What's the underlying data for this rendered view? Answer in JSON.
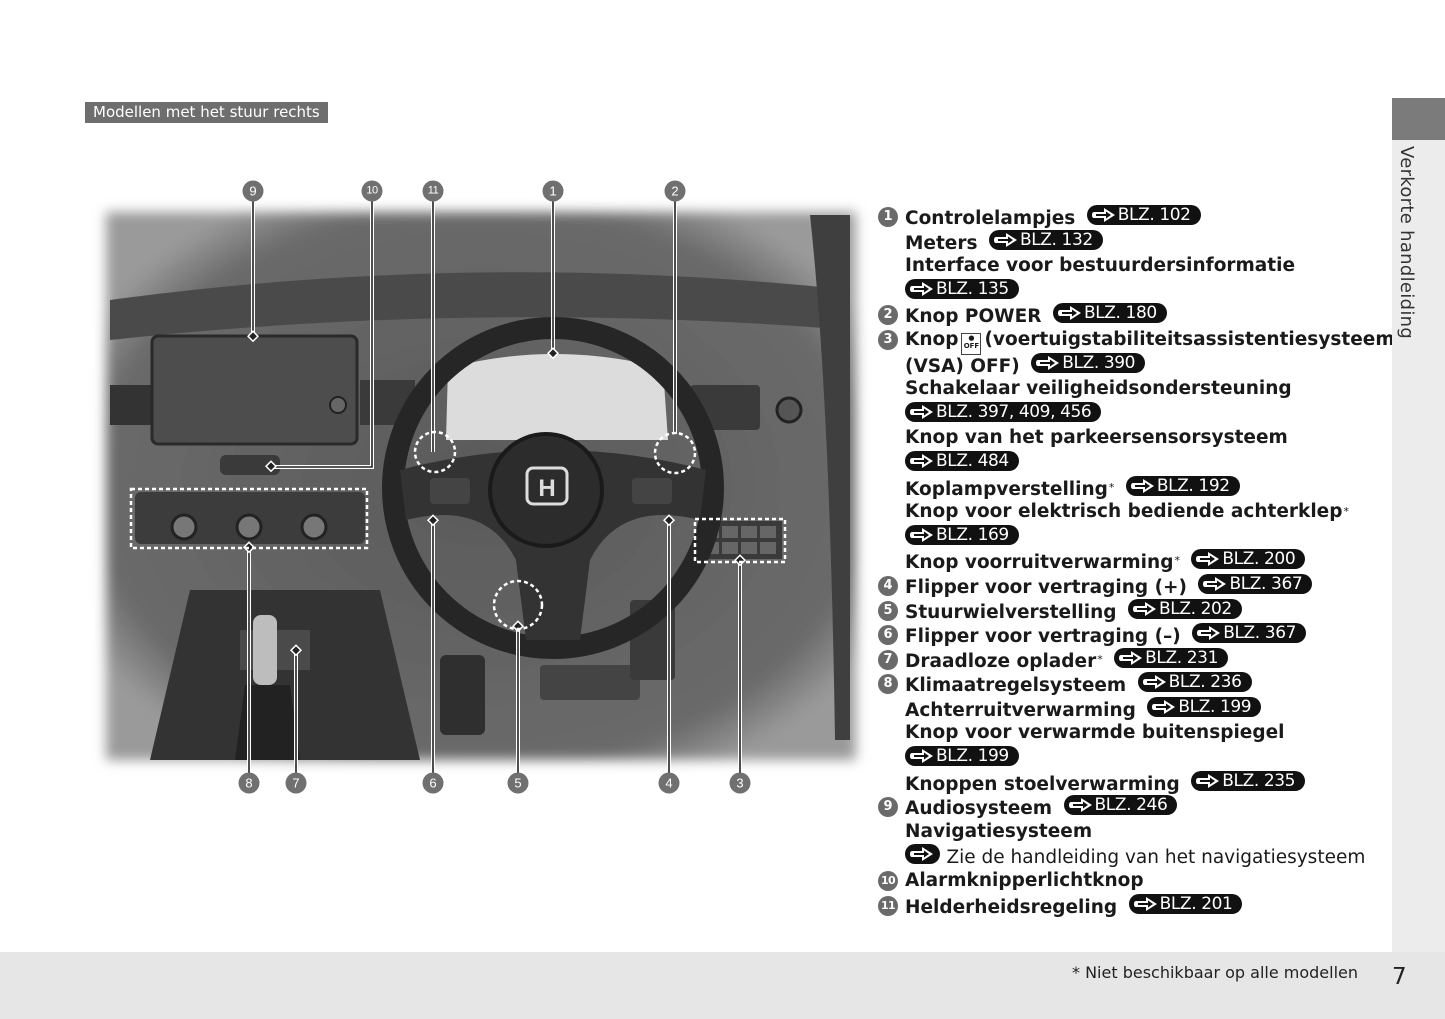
{
  "section_label": "Modellen met het stuur rechts",
  "side_tab": "Verkorte handleiding",
  "footnote": "* Niet beschikbaar op alle modellen",
  "page_number": "7",
  "callouts": {
    "c9": "9",
    "c10": "10",
    "c11": "11",
    "c1": "1",
    "c2": "2",
    "c8": "8",
    "c7": "7",
    "c6": "6",
    "c5": "5",
    "c4": "4",
    "c3": "3"
  },
  "vsa_icon_text": "OFF",
  "lines": [
    {
      "num": "1",
      "text": "Controlelampjes",
      "ref": "BLZ. 102"
    },
    {
      "text": "Meters",
      "ref": "BLZ. 132"
    },
    {
      "text": "Interface voor bestuurdersinformatie"
    },
    {
      "ref": "BLZ. 135"
    },
    {
      "num": "2",
      "text": "Knop POWER",
      "ref": "BLZ. 180"
    },
    {
      "num": "3",
      "text": "Knop",
      "icon": "vsa-off-icon",
      "text2": "(voertuigstabiliteitsassistentiesysteem"
    },
    {
      "text": "(VSA) OFF)",
      "ref": "BLZ. 390"
    },
    {
      "text": "Schakelaar veiligheidsondersteuning"
    },
    {
      "ref": "BLZ. 397, 409, 456"
    },
    {
      "text": "Knop van het parkeersensorsysteem"
    },
    {
      "ref": "BLZ. 484"
    },
    {
      "text": "Koplampverstelling",
      "asterisk": "*",
      "ref": "BLZ. 192"
    },
    {
      "text": "Knop voor elektrisch bediende achterklep",
      "asterisk": "*"
    },
    {
      "ref": "BLZ. 169"
    },
    {
      "text": "Knop voorruitverwarming",
      "asterisk": "*",
      "ref": "BLZ. 200"
    },
    {
      "num": "4",
      "text": "Flipper voor vertraging (+)",
      "ref": "BLZ. 367"
    },
    {
      "num": "5",
      "text": "Stuurwielverstelling",
      "ref": "BLZ. 202"
    },
    {
      "num": "6",
      "text": "Flipper voor vertraging (–)",
      "ref": "BLZ. 367"
    },
    {
      "num": "7",
      "text": "Draadloze oplader",
      "asterisk": "*",
      "ref": "BLZ. 231"
    },
    {
      "num": "8",
      "text": "Klimaatregelsysteem",
      "ref": "BLZ. 236"
    },
    {
      "text": "Achterruitverwarming",
      "ref": "BLZ. 199"
    },
    {
      "text": "Knop voor verwarmde buitenspiegel"
    },
    {
      "ref": "BLZ. 199"
    },
    {
      "text": "Knoppen stoelverwarming",
      "ref": "BLZ. 235"
    },
    {
      "num": "9",
      "text": "Audiosysteem",
      "ref": "BLZ. 246"
    },
    {
      "text": "Navigatiesysteem"
    },
    {
      "arrow_only": true,
      "plain_text": "Zie de handleiding van het navigatiesysteem"
    },
    {
      "num": "10",
      "text": "Alarmknipperlichtknop"
    },
    {
      "num": "11",
      "text": "Helderheidsregeling",
      "ref": "BLZ. 201"
    }
  ]
}
